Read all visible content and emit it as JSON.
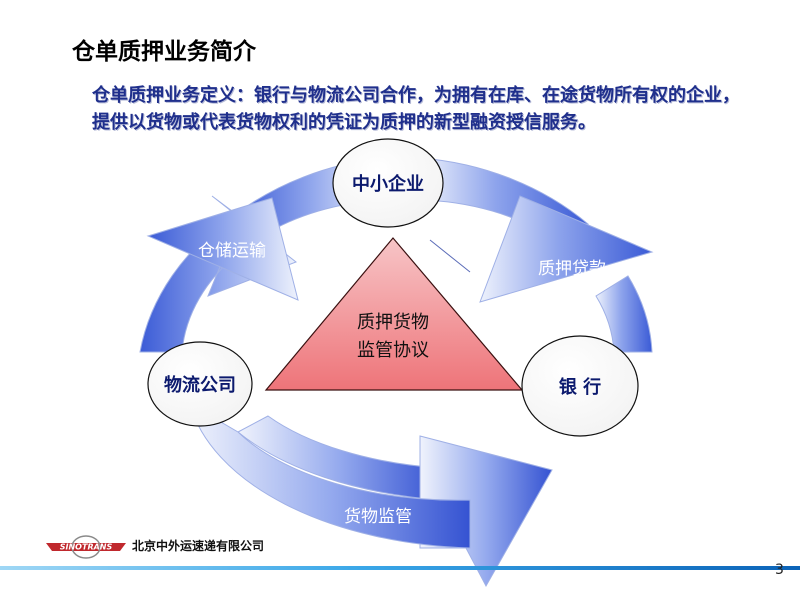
{
  "slide": {
    "title": "仓单质押业务简介",
    "definition": "仓单质押业务定义：银行与物流公司合作，为拥有在库、在途货物所有权的企业，提供以货物或代表货物权利的凭证为质押的新型融资授信服务。",
    "page_number": "3"
  },
  "diagram": {
    "nodes": {
      "top": "中小企业",
      "left": "物流公司",
      "right": "银 行"
    },
    "center": {
      "line1": "质押货物",
      "line2": "监管协议"
    },
    "arrows": {
      "left": "仓储运输",
      "right": "质押贷款",
      "bottom": "货物监管"
    }
  },
  "footer": {
    "logo_text": "SINOTRANS",
    "company": "北京中外运速递有限公司"
  },
  "colors": {
    "title": "#000000",
    "definition": "#1f2f8c",
    "triangle": "#f0888c",
    "arrow_light": "#e6ebfa",
    "arrow_dark": "#3b5bd6",
    "logo_red": "#c0282d"
  }
}
